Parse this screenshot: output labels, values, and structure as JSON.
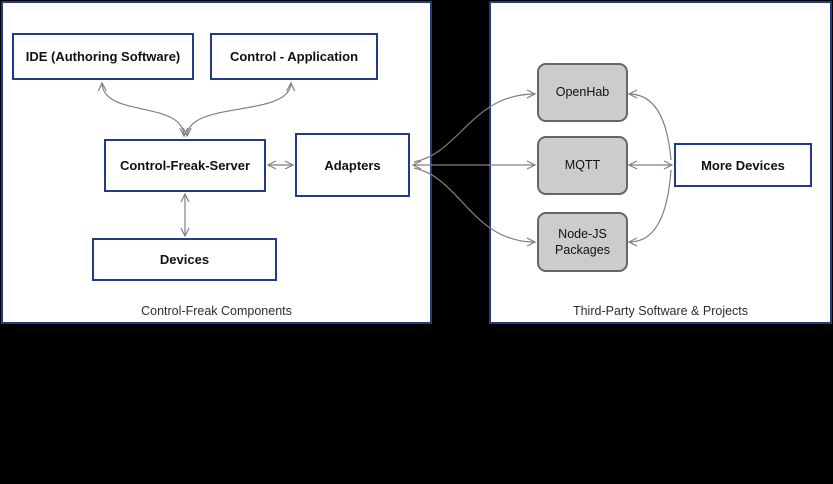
{
  "diagram": {
    "background_color": "#000000",
    "panel_border_color": "#233a85",
    "arrow_color": "#808080",
    "gray_node_fill": "#cccccc",
    "gray_node_border": "#666666"
  },
  "left_panel": {
    "caption": "Control-Freak Components",
    "nodes": {
      "ide": {
        "label": "IDE (Authoring Software)"
      },
      "control_application": {
        "label": "Control - Application"
      },
      "control_freak_server": {
        "label": "Control-Freak-Server"
      },
      "adapters": {
        "label": "Adapters"
      },
      "devices": {
        "label": "Devices"
      }
    }
  },
  "right_panel": {
    "caption": "Third-Party Software & Projects",
    "nodes": {
      "openhab": {
        "label": "OpenHab"
      },
      "mqtt": {
        "label": "MQTT"
      },
      "nodejs_packages": {
        "label": "Node-JS Packages"
      },
      "more_devices": {
        "label": "More Devices"
      }
    }
  }
}
